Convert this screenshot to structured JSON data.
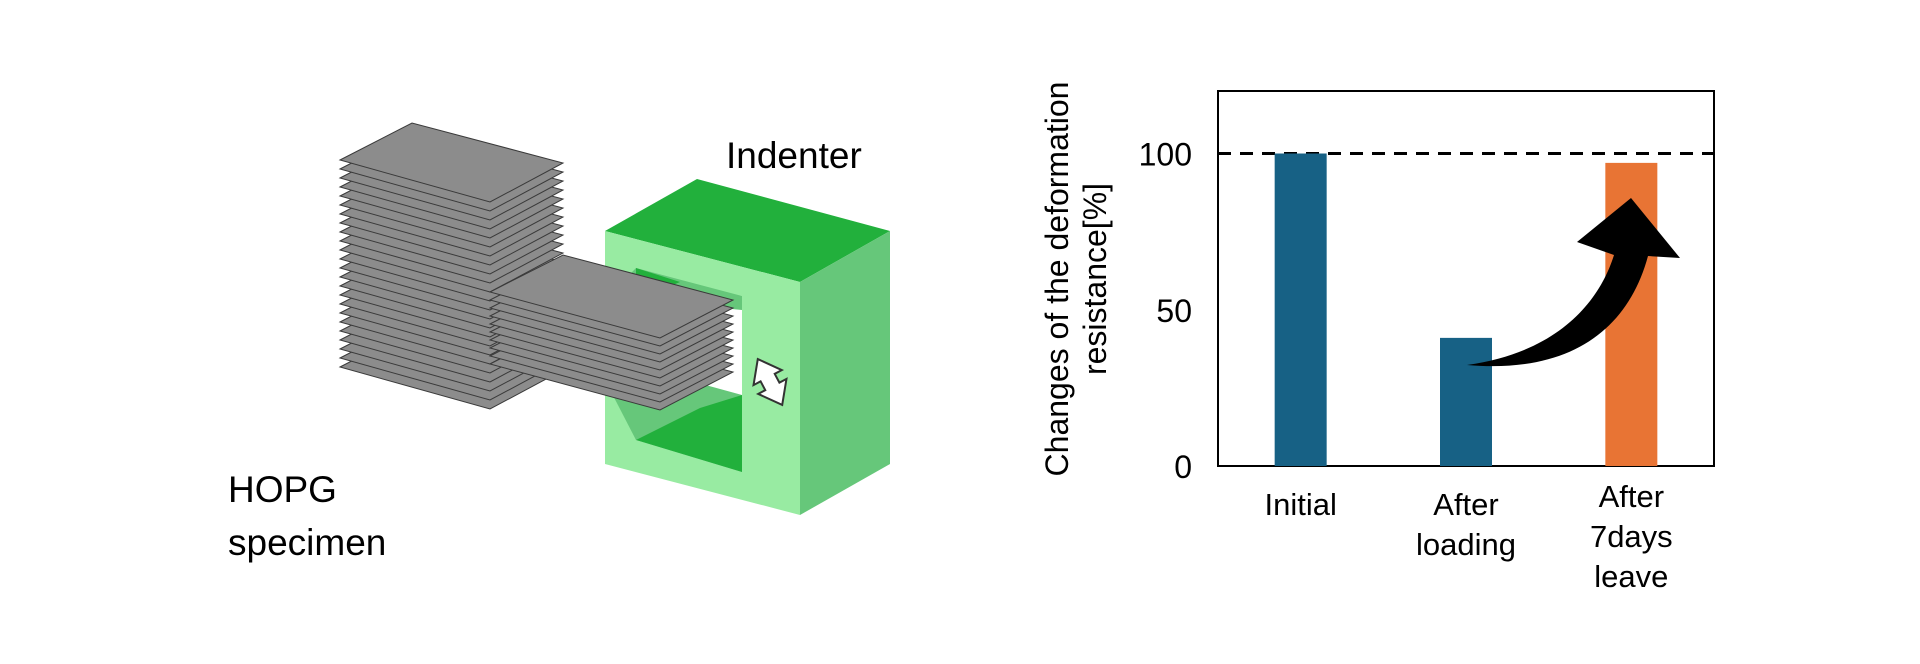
{
  "diagram": {
    "specimen_label_line1": "HOPG",
    "specimen_label_line2": "specimen",
    "indenter_label": "Indenter"
  },
  "chart_data": {
    "type": "bar",
    "categories": [
      [
        "Initial"
      ],
      [
        "After",
        "loading"
      ],
      [
        "After",
        "7days",
        "leave"
      ]
    ],
    "values": [
      100,
      41,
      97
    ],
    "colors": [
      "#176185",
      "#176185",
      "#e87434"
    ],
    "ylabel_line1": "Changes of the deformation",
    "ylabel_line2": "resistance[%]",
    "yticks": [
      0,
      50,
      100
    ],
    "ylim": [
      0,
      120
    ],
    "reference_line": 100,
    "annotation": "curved arrow from After loading bar rising to After 7days leave bar"
  },
  "colors": {
    "graphite": "#8c8c8c",
    "indenter_top": "#22b03c",
    "indenter_front": "#98eba2",
    "indenter_side": "#66c77a"
  }
}
